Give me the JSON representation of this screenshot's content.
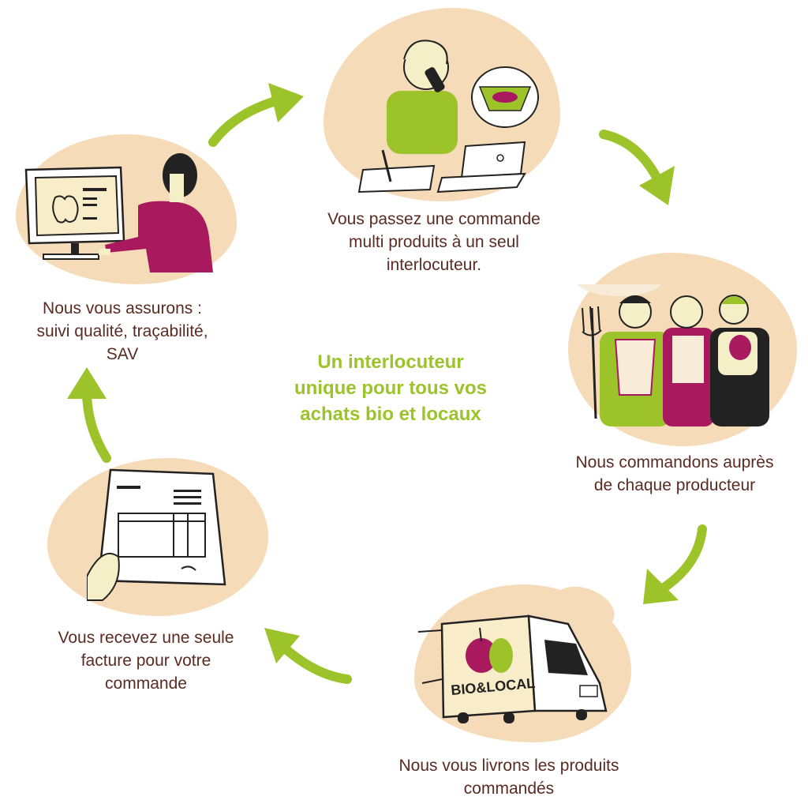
{
  "center": {
    "title_lines": [
      "Un interlocuteur",
      "unique pour tous vos",
      "achats bio et locaux"
    ]
  },
  "steps": [
    {
      "id": "order",
      "lines": [
        "Vous passez une commande",
        "multi produits à un seul",
        "interlocuteur."
      ]
    },
    {
      "id": "producers",
      "lines": [
        "Nous commandons auprès",
        "de chaque producteur"
      ]
    },
    {
      "id": "delivery",
      "lines": [
        "Nous vous livrons les produits",
        "commandés"
      ],
      "truck_label": "BIO&LOCAL"
    },
    {
      "id": "invoice",
      "lines": [
        "Vous recevez une seule",
        "facture pour votre",
        "commande"
      ]
    },
    {
      "id": "quality",
      "lines": [
        "Nous vous assurons :",
        "suivi qualité, traçabilité,",
        "SAV"
      ]
    }
  ],
  "colors": {
    "accent_green": "#9cc32a",
    "blob": "#f6dbb8",
    "text_brown": "#5a2b22",
    "magenta": "#a8195e"
  }
}
